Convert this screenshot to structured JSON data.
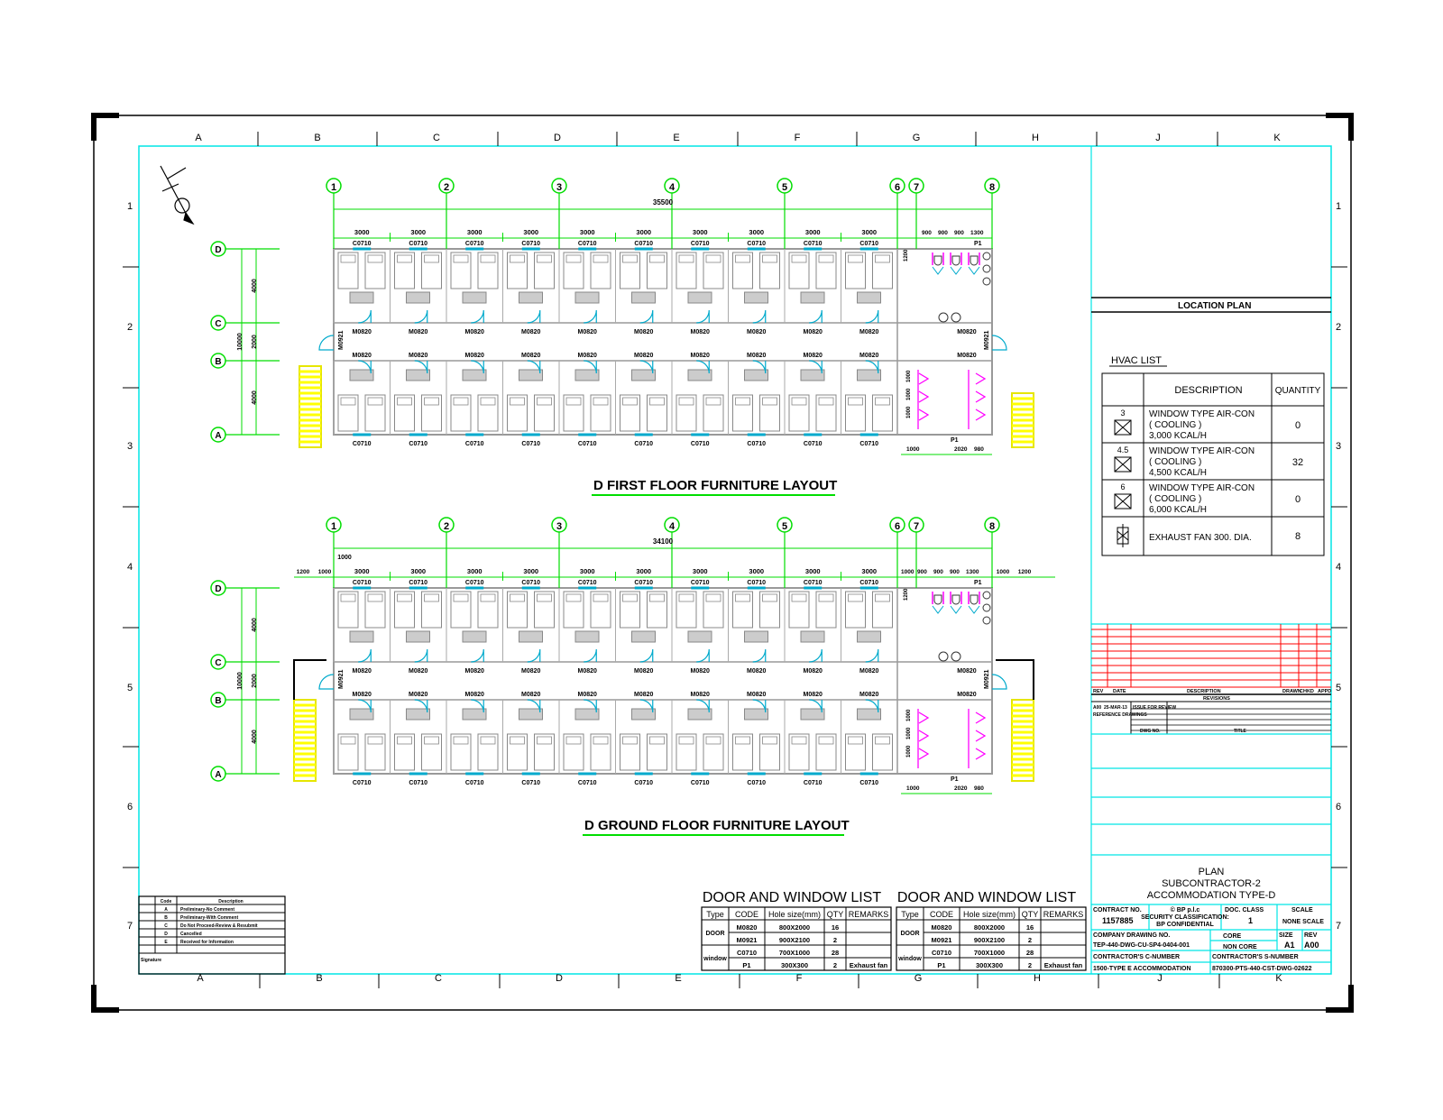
{
  "border": {
    "columns": [
      "A",
      "B",
      "C",
      "D",
      "E",
      "F",
      "G",
      "H",
      "J",
      "K"
    ],
    "rows": [
      "1",
      "2",
      "3",
      "4",
      "5",
      "6",
      "7"
    ]
  },
  "first_floor": {
    "title": "D FIRST FLOOR FURNITURE LAYOUT",
    "total_dim": "35500",
    "grid_lines": [
      "1",
      "2",
      "3",
      "4",
      "5",
      "6",
      "7",
      "8"
    ],
    "grid_rows": [
      "D",
      "C",
      "B",
      "A"
    ],
    "bay_dim": "3000",
    "side_dims": [
      "4000",
      "2000",
      "4000"
    ],
    "overall_depth": "10000",
    "wc_top_dims": [
      "900",
      "900",
      "900",
      "1300"
    ],
    "wc_bottom_dims": [
      "1000",
      "2020",
      "980"
    ],
    "wc_side_dim": "1200",
    "wc_side_dims": [
      "1000",
      "1000",
      "1000"
    ],
    "window_code": "C0710",
    "door_code": "M0820",
    "door_code_2": "M0921",
    "fan_code": "P1"
  },
  "ground_floor": {
    "title": "D GROUND FLOOR FURNITURE LAYOUT",
    "total_dim": "34100",
    "first_dim": "1000",
    "left_dims": [
      "1200",
      "1000"
    ],
    "right_dims": [
      "1000",
      "1200"
    ],
    "wc_top_dims": [
      "1000",
      "900",
      "900",
      "900",
      "1300"
    ]
  },
  "hvac": {
    "location_plan": "LOCATION PLAN",
    "title": "HVAC LIST",
    "col_description": "DESCRIPTION",
    "col_quantity": "QUANTITY",
    "rows": [
      {
        "tag": "3",
        "line1": "WINDOW TYPE AIR-CON",
        "line2": "( COOLING )",
        "line3": "3,000 KCAL/H",
        "qty": "0"
      },
      {
        "tag": "4.5",
        "line1": "WINDOW TYPE AIR-CON",
        "line2": "( COOLING )",
        "line3": "4,500 KCAL/H",
        "qty": "32"
      },
      {
        "tag": "6",
        "line1": "WINDOW TYPE AIR-CON",
        "line2": "( COOLING )",
        "line3": "6,000 KCAL/H",
        "qty": "0"
      },
      {
        "tag": "",
        "line1": "EXHAUST FAN 300. DIA.",
        "line2": "",
        "line3": "",
        "qty": "8"
      }
    ]
  },
  "revision": {
    "rev": "REV",
    "date": "DATE",
    "description": "DESCRIPTION",
    "drawn": "DRAWN",
    "chkd": "CHKD",
    "appd": "APPD",
    "revisions": "REVISIONS",
    "row_rev": "A00",
    "row_date": "25-MAR-13",
    "row_desc": "ISSUE FOR REVIEW",
    "ref_drawings": "REFERENCE DRAWINGS",
    "dwg_no": "DWG NO.",
    "title_col": "TITLE"
  },
  "title_block": {
    "line1": "PLAN",
    "line2": "SUBCONTRACTOR-2",
    "line3": "ACCOMMODATION TYPE-D",
    "contract_no_label": "CONTRACT NO.",
    "contract_no": "1157885",
    "bp_line1": "© BP p.l.c",
    "bp_line2": "SECURITY CLASSIFICATION:",
    "bp_line3": "BP CONFIDENTIAL",
    "doc_class_label": "DOC. CLASS",
    "doc_class": "1",
    "scale_label": "SCALE",
    "scale": "NONE SCALE",
    "company_dwg_label": "COMPANY DRAWING NO.",
    "company_dwg": "TEP-440-DWG-CU-SP4-0404-001",
    "core": "CORE",
    "non_core": "NON CORE",
    "size_label": "SIZE",
    "size": "A1",
    "rev_label": "REV",
    "rev": "A00",
    "c_number_label": "CONTRACTOR'S C-NUMBER",
    "c_number": "1500-TYPE E ACCOMMODATION",
    "s_number_label": "CONTRACTOR'S S-NUMBER",
    "s_number": "870300-PTS-440-CST-DWG-02622"
  },
  "door_window_list": {
    "title": "DOOR AND WINDOW LIST",
    "headers": [
      "Type",
      "CODE",
      "Hole size(mm)",
      "QTY",
      "REMARKS"
    ],
    "door_type": "DOOR",
    "window_type": "window",
    "rows": [
      {
        "code": "M0820",
        "size": "800X2000",
        "qty": "16",
        "remarks": ""
      },
      {
        "code": "M0921",
        "size": "900X2100",
        "qty": "2",
        "remarks": ""
      },
      {
        "code": "C0710",
        "size": "700X1000",
        "qty": "28",
        "remarks": ""
      },
      {
        "code": "P1",
        "size": "300X300",
        "qty": "2",
        "remarks": "Exhaust fan"
      }
    ]
  },
  "legend": {
    "col_code": "Code",
    "col_desc": "Description",
    "rows": [
      {
        "code": "A",
        "desc": "Preliminary-No Comment"
      },
      {
        "code": "B",
        "desc": "Preliminary-With Comment"
      },
      {
        "code": "C",
        "desc": "Do Not Proceed-Review & Resubmit"
      },
      {
        "code": "D",
        "desc": "Cancelled"
      },
      {
        "code": "E",
        "desc": "Received for Information"
      }
    ],
    "signature": "Signature"
  },
  "colors": {
    "frame": "#00e5e5",
    "grid": "#00dd00",
    "stair": "#ffff00",
    "wc": "#ff00ff",
    "door": "#00aacc",
    "furniture": "#888888",
    "revision": "#ff0000"
  }
}
